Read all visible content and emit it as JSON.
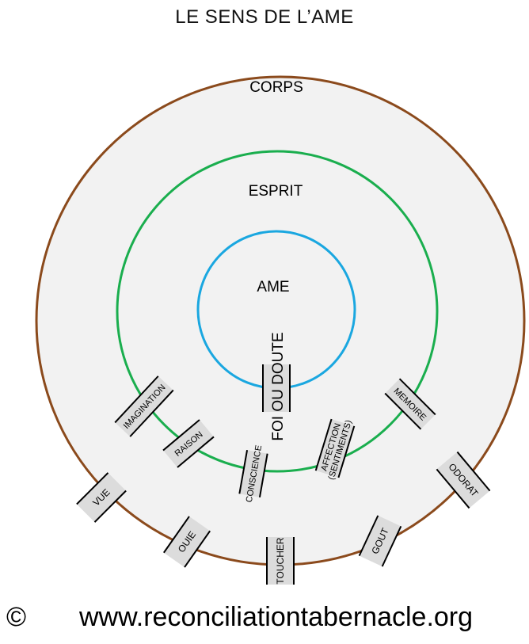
{
  "title": "LE SENS DE L’AME",
  "circles": {
    "corps": {
      "label": "CORPS",
      "color": "#8b4a1c"
    },
    "esprit": {
      "label": "ESPRIT",
      "color": "#1aae4e"
    },
    "ame": {
      "label": "AME",
      "color": "#1aa7e0"
    }
  },
  "connector": {
    "label": "FOI OU DOUTE"
  },
  "esprit_tabs": {
    "imagination": "IMAGINATION",
    "raison": "RAISON",
    "conscience": "CONSCIENCE",
    "affection_1": "AFFECTION",
    "affection_2": "(SENTIMENTS)",
    "memoire": "MEMOIRE"
  },
  "corps_tabs": {
    "vue": "VUE",
    "ouie": "OUIE",
    "toucher": "TOUCHER",
    "gout": "GOUT",
    "odorat": "ODORAT"
  },
  "footer": {
    "copyright": "©",
    "website": "www.reconciliationtabernacle.org"
  }
}
